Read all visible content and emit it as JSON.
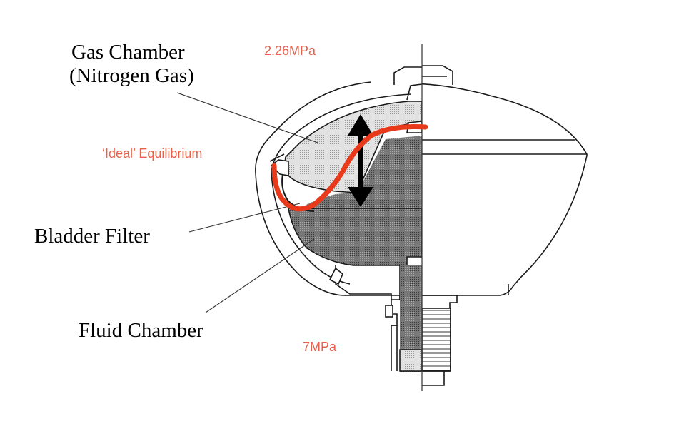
{
  "labels": {
    "gas_chamber_line1": "Gas Chamber",
    "gas_chamber_line2": "(Nitrogen Gas)",
    "bladder_filter": "Bladder Filter",
    "fluid_chamber": "Fluid Chamber"
  },
  "annotations": {
    "gas_pressure": "2.26MPa",
    "equilibrium": "‘Ideal’ Equilibrium",
    "fluid_pressure": "7MPa"
  },
  "colors": {
    "annotation": "#e8604a",
    "curve": "#e8391a",
    "outline": "#1a1a1a",
    "gas_fill": "#d9d9d9",
    "fluid_fill": "#6e6e6e"
  },
  "icons": [
    "double-headed-arrow-icon"
  ]
}
